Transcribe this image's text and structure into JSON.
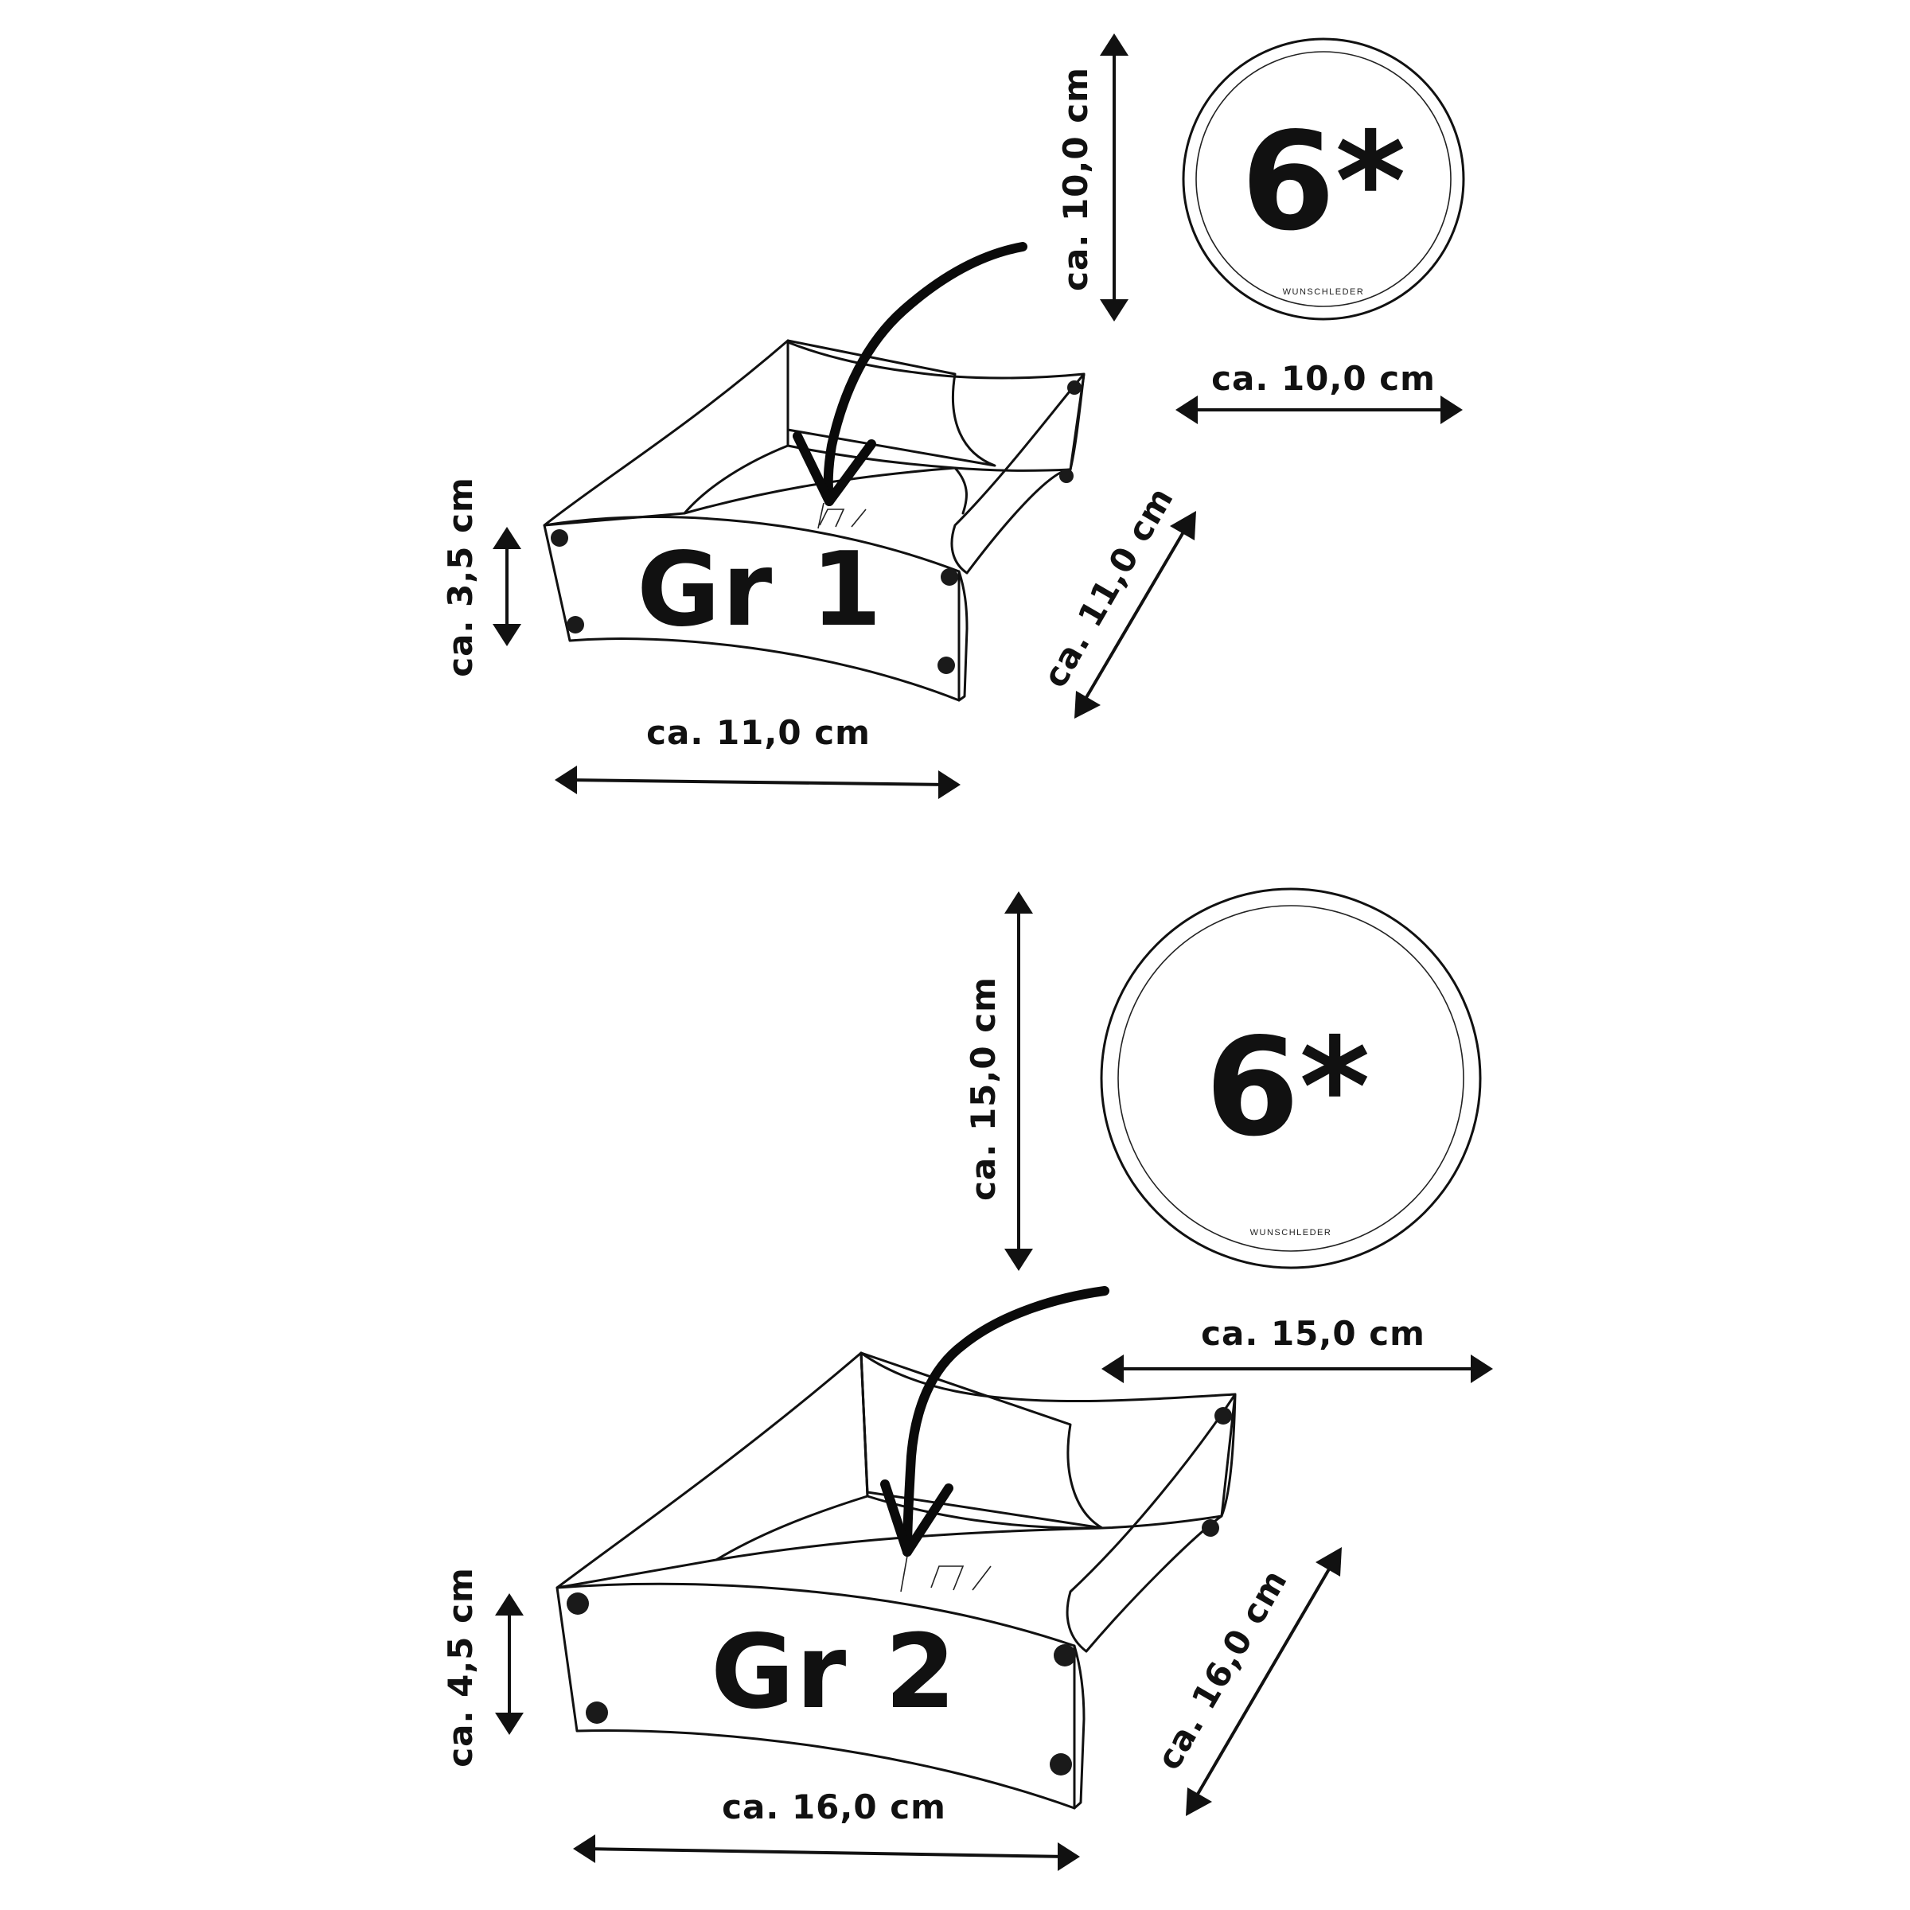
{
  "colors": {
    "ink": "#111111",
    "background": "#ffffff"
  },
  "figures": [
    {
      "size_label": "Gr 1",
      "depth_label": "ca. 11,0 cm",
      "width_label": "ca. 11,0 cm",
      "height_label": "ca. 3,5 cm",
      "disc": {
        "badge": "6*",
        "brand": "WUNSCHLEDER",
        "height_label": "ca. 10,0 cm",
        "width_label": "ca. 10,0 cm"
      }
    },
    {
      "size_label": "Gr 2",
      "depth_label": "ca. 16,0 cm",
      "width_label": "ca. 16,0 cm",
      "height_label": "ca. 4,5 cm",
      "disc": {
        "badge": "6*",
        "brand": "WUNSCHLEDER",
        "height_label": "ca. 15,0 cm",
        "width_label": "ca. 15,0 cm"
      }
    }
  ]
}
